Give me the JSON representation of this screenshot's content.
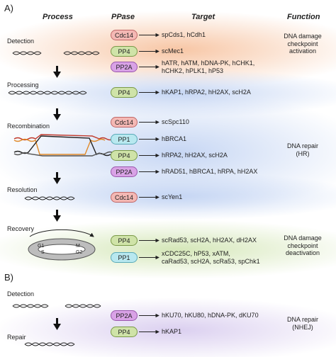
{
  "panels": {
    "a": "A)",
    "b": "B)"
  },
  "headers": {
    "process": "Process",
    "ppase": "PPase",
    "target": "Target",
    "function": "Function"
  },
  "stages": {
    "detection": "Detection",
    "processing": "Processing",
    "recombination": "Recombination",
    "resolution": "Resolution",
    "recovery": "Recovery",
    "detection_b": "Detection",
    "repair": "Repair"
  },
  "cycle_labels": {
    "g1": "G1",
    "s": "S",
    "g2": "G2",
    "m": "M"
  },
  "rows": [
    {
      "ppase": "Cdc14",
      "target": "spCds1, hCdh1"
    },
    {
      "ppase": "PP4",
      "target": "scMec1"
    },
    {
      "ppase": "PP2A",
      "target_line1": "hATR, hATM, hDNA-PK, hCHK1,",
      "target_line2": "hCHK2, hPLK1, hP53"
    },
    {
      "ppase": "PP4",
      "target": "hKAP1, hRPA2, hH2AX, scH2A"
    },
    {
      "ppase": "Cdc14",
      "target": "scSpc110"
    },
    {
      "ppase": "PP1",
      "target": "hBRCA1"
    },
    {
      "ppase": "PP4",
      "target": "hRPA2, hH2AX, scH2A"
    },
    {
      "ppase": "PP2A",
      "target": "hRAD51, hBRCA1, hRPA, hH2AX"
    },
    {
      "ppase": "Cdc14",
      "target": "scYen1"
    },
    {
      "ppase": "PP4",
      "target": "scRad53, scH2A, hH2AX, dH2AX"
    },
    {
      "ppase": "PP1",
      "target_line1": "xCDC25C, hP53, xATM,",
      "target_line2": "caRad53, scH2A, scRa53, spChk1"
    },
    {
      "ppase": "PP2A",
      "target": "hKU70, hKU80, hDNA-PK, dKU70"
    },
    {
      "ppase": "PP4",
      "target": "hKAP1"
    }
  ],
  "functions": {
    "checkpoint_activation": {
      "l1": "DNA damage",
      "l2": "checkpoint",
      "l3": "activation"
    },
    "repair_hr": {
      "l1": "DNA repair",
      "l2": "(HR)"
    },
    "checkpoint_deactivation": {
      "l1": "DNA damage",
      "l2": "checkpoint",
      "l3": "deactivation"
    },
    "repair_nhej": {
      "l1": "DNA repair",
      "l2": "(NHEJ)"
    }
  },
  "colors": {
    "cdc14": "#f4b8b4",
    "pp4": "#cfe3a8",
    "pp2a": "#d9a2e6",
    "pp1": "#b8e8ef",
    "band_orange": "#f7c9a4",
    "band_blue": "#c6d6f3",
    "band_green": "#d7e8bd",
    "band_purple": "#dccff0"
  }
}
